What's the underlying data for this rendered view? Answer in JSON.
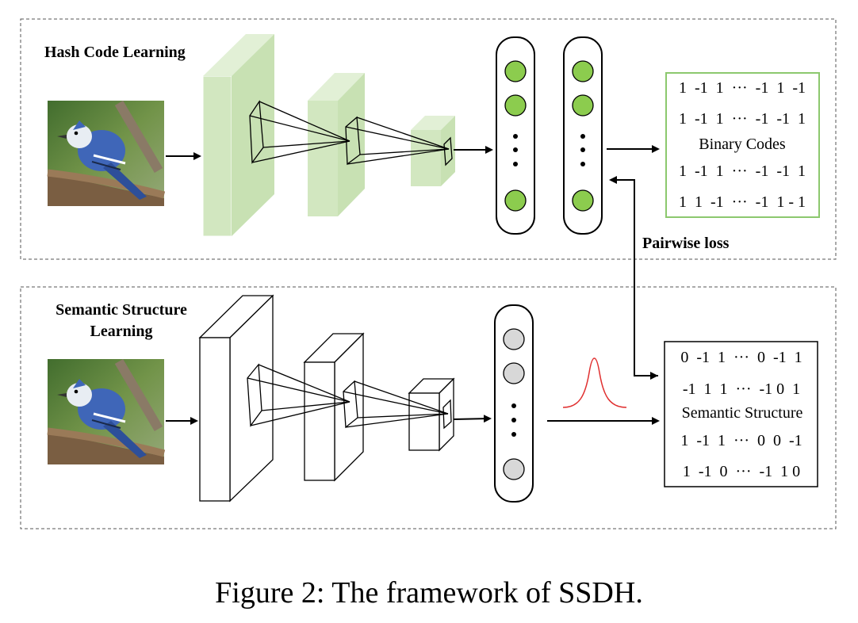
{
  "figure": {
    "caption": "Figure 2: The framework of SSDH."
  },
  "hash_section": {
    "title": "Hash Code Learning",
    "node_fill": "#8ccc4e",
    "layer_fill": "#d2e7c0",
    "code_box_border": "#8cc86e",
    "binary_codes_label": "Binary Codes",
    "code_rows": [
      "1  -1  1  ···  -1  1  -1",
      "1  -1  1  ···  -1  -1  1",
      "1  -1  1  ···  -1  -1  1",
      "1  1  -1  ···  -1  1 - 1"
    ]
  },
  "pairwise_loss_label": "Pairwise loss",
  "semantic_section": {
    "title_line1": "Semantic Structure",
    "title_line2": "Learning",
    "node_fill": "#d8d8d8",
    "curve_color": "#e03030",
    "semantic_structure_label": "Semantic Structure",
    "code_rows": [
      "0  -1  1  ···  0  -1  1",
      "-1  1  1  ···  -1 0  1",
      "1  -1  1  ···  0  0  -1",
      "1  -1  0  ···  -1  1 0"
    ]
  },
  "bird_photo": {
    "description_icon": "blue-jay-photo-icon",
    "sky_color": "#6e8f3e",
    "plumage_color": "#3f66b8"
  }
}
